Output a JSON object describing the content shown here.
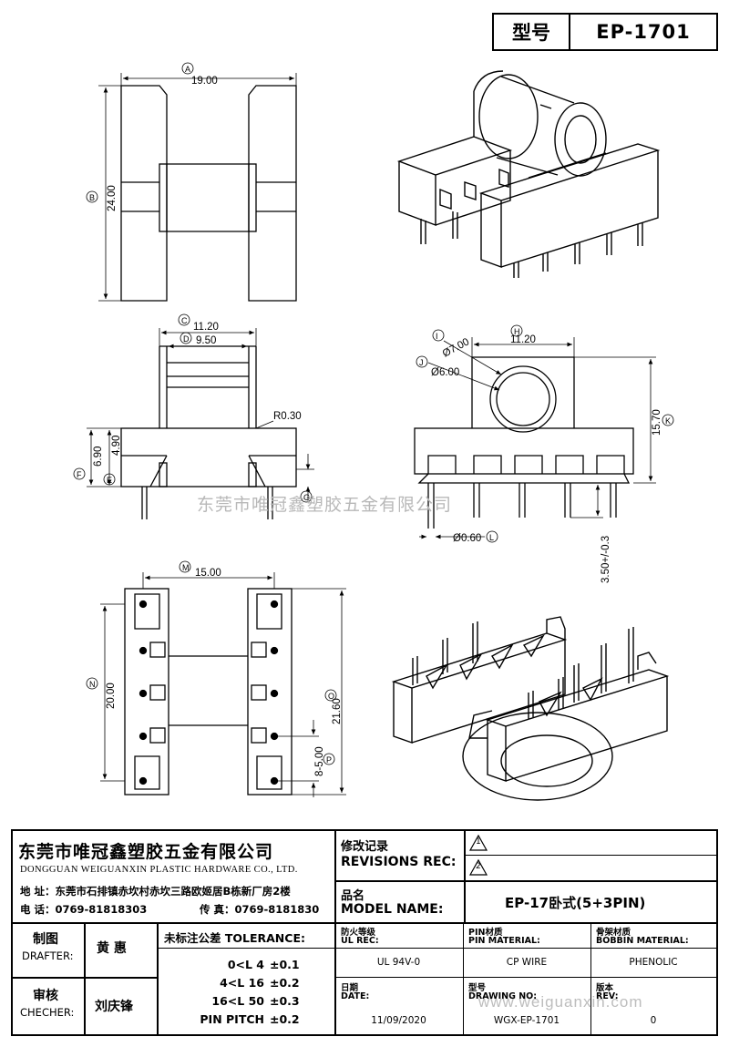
{
  "title_block": {
    "model_label": "型号",
    "model_value": "EP-1701",
    "company_cn": "东莞市唯冠鑫塑胶五金有限公司",
    "company_en": "DONGGUAN WEIGUANXIN PLASTIC HARDWARE CO., LTD.",
    "address": "地  址：东莞市石排镇赤坎村赤坎三路欧姬居B栋新厂房2楼",
    "phone": "电  话：0769-81818303",
    "fax": "传  真：0769-8181830",
    "revisions_cn": "修改记录",
    "revisions_en": "REVISIONS REC:",
    "rev_mark_1": "1",
    "rev_mark_2": "2",
    "model_name_cn": "品名",
    "model_name_en": "MODEL NAME:",
    "model_name_value": "EP-17卧式(5+3PIN)",
    "drafter_cn": "制图",
    "drafter_en": "DRAFTER:",
    "drafter_name": "黄  惠",
    "checker_cn": "审核",
    "checker_en": "CHECHER:",
    "checker_name": "刘庆锋",
    "tolerance_title": "未标注公差 TOLERANCE:",
    "tolerance_rows": [
      {
        "range": "0<L  4",
        "tol": "±0.1"
      },
      {
        "range": "4<L  16",
        "tol": "±0.2"
      },
      {
        "range": "16<L  50",
        "tol": "±0.3"
      },
      {
        "range": "PIN PITCH",
        "tol": "±0.2"
      }
    ],
    "ul_cn": "防火等级",
    "ul_en": "UL REC:",
    "ul_value": "UL 94V-0",
    "pin_cn": "PIN材质",
    "pin_en": "PIN MATERIAL:",
    "pin_value": "CP WIRE",
    "bobbin_cn": "骨架材质",
    "bobbin_en": "BOBBIN MATERIAL:",
    "bobbin_value": "PHENOLIC",
    "date_cn": "日期",
    "date_en": "DATE:",
    "date_value": "11/09/2020",
    "drawing_cn": "型号",
    "drawing_en": "DRAWING NO:",
    "drawing_value": "WGX-EP-1701",
    "rev_cn": "版本",
    "rev_en": "REV:",
    "rev_value": "0"
  },
  "watermarks": {
    "center": "东莞市唯冠鑫塑胶五金有限公司",
    "bottom": "www.weiguanxin.com"
  },
  "dimensions": {
    "a_label": "A",
    "a_value": "19.00",
    "b_label": "B",
    "b_value": "24.00",
    "c_label": "C",
    "c_value": "11.20",
    "d_label": "D",
    "d_value": "9.50",
    "r_value": "R0.30",
    "f_label": "F",
    "f_value": "6.90",
    "e_label": "E",
    "e_value": "4.90",
    "g_label": "G",
    "h_label": "H",
    "h_value": "11.20",
    "i_label": "I",
    "i_value": "Ø7.00",
    "j_label": "J",
    "j_value": "Ø6.00",
    "k_label": "K",
    "k_value": "15.70",
    "l_label": "L",
    "l_value": "Ø0.60",
    "pin_len": "3.50+/-0.3",
    "m_label": "M",
    "m_value": "15.00",
    "n_label": "N",
    "n_value": "20.00",
    "o_label": "O",
    "o_value": "21.60",
    "p_label": "P",
    "p_value": "8-5.00"
  }
}
